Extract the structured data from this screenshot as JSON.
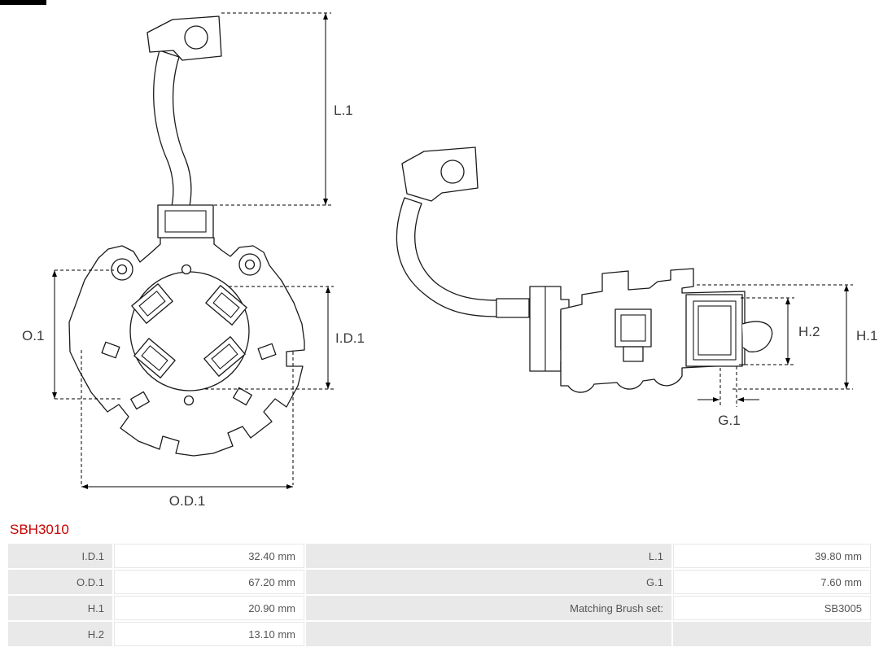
{
  "part_number": "SBH3010",
  "diagram": {
    "labels": {
      "l1": "L.1",
      "o1": "O.1",
      "id1": "I.D.1",
      "od1": "O.D.1",
      "h1": "H.1",
      "h2": "H.2",
      "g1": "G.1"
    }
  },
  "table": {
    "rows": [
      [
        "I.D.1",
        "32.40 mm",
        "L.1",
        "39.80 mm"
      ],
      [
        "O.D.1",
        "67.20 mm",
        "G.1",
        "7.60 mm"
      ],
      [
        "H.1",
        "20.90 mm",
        "Matching Brush set:",
        "SB3005"
      ],
      [
        "H.2",
        "13.10 mm",
        "",
        ""
      ]
    ]
  }
}
